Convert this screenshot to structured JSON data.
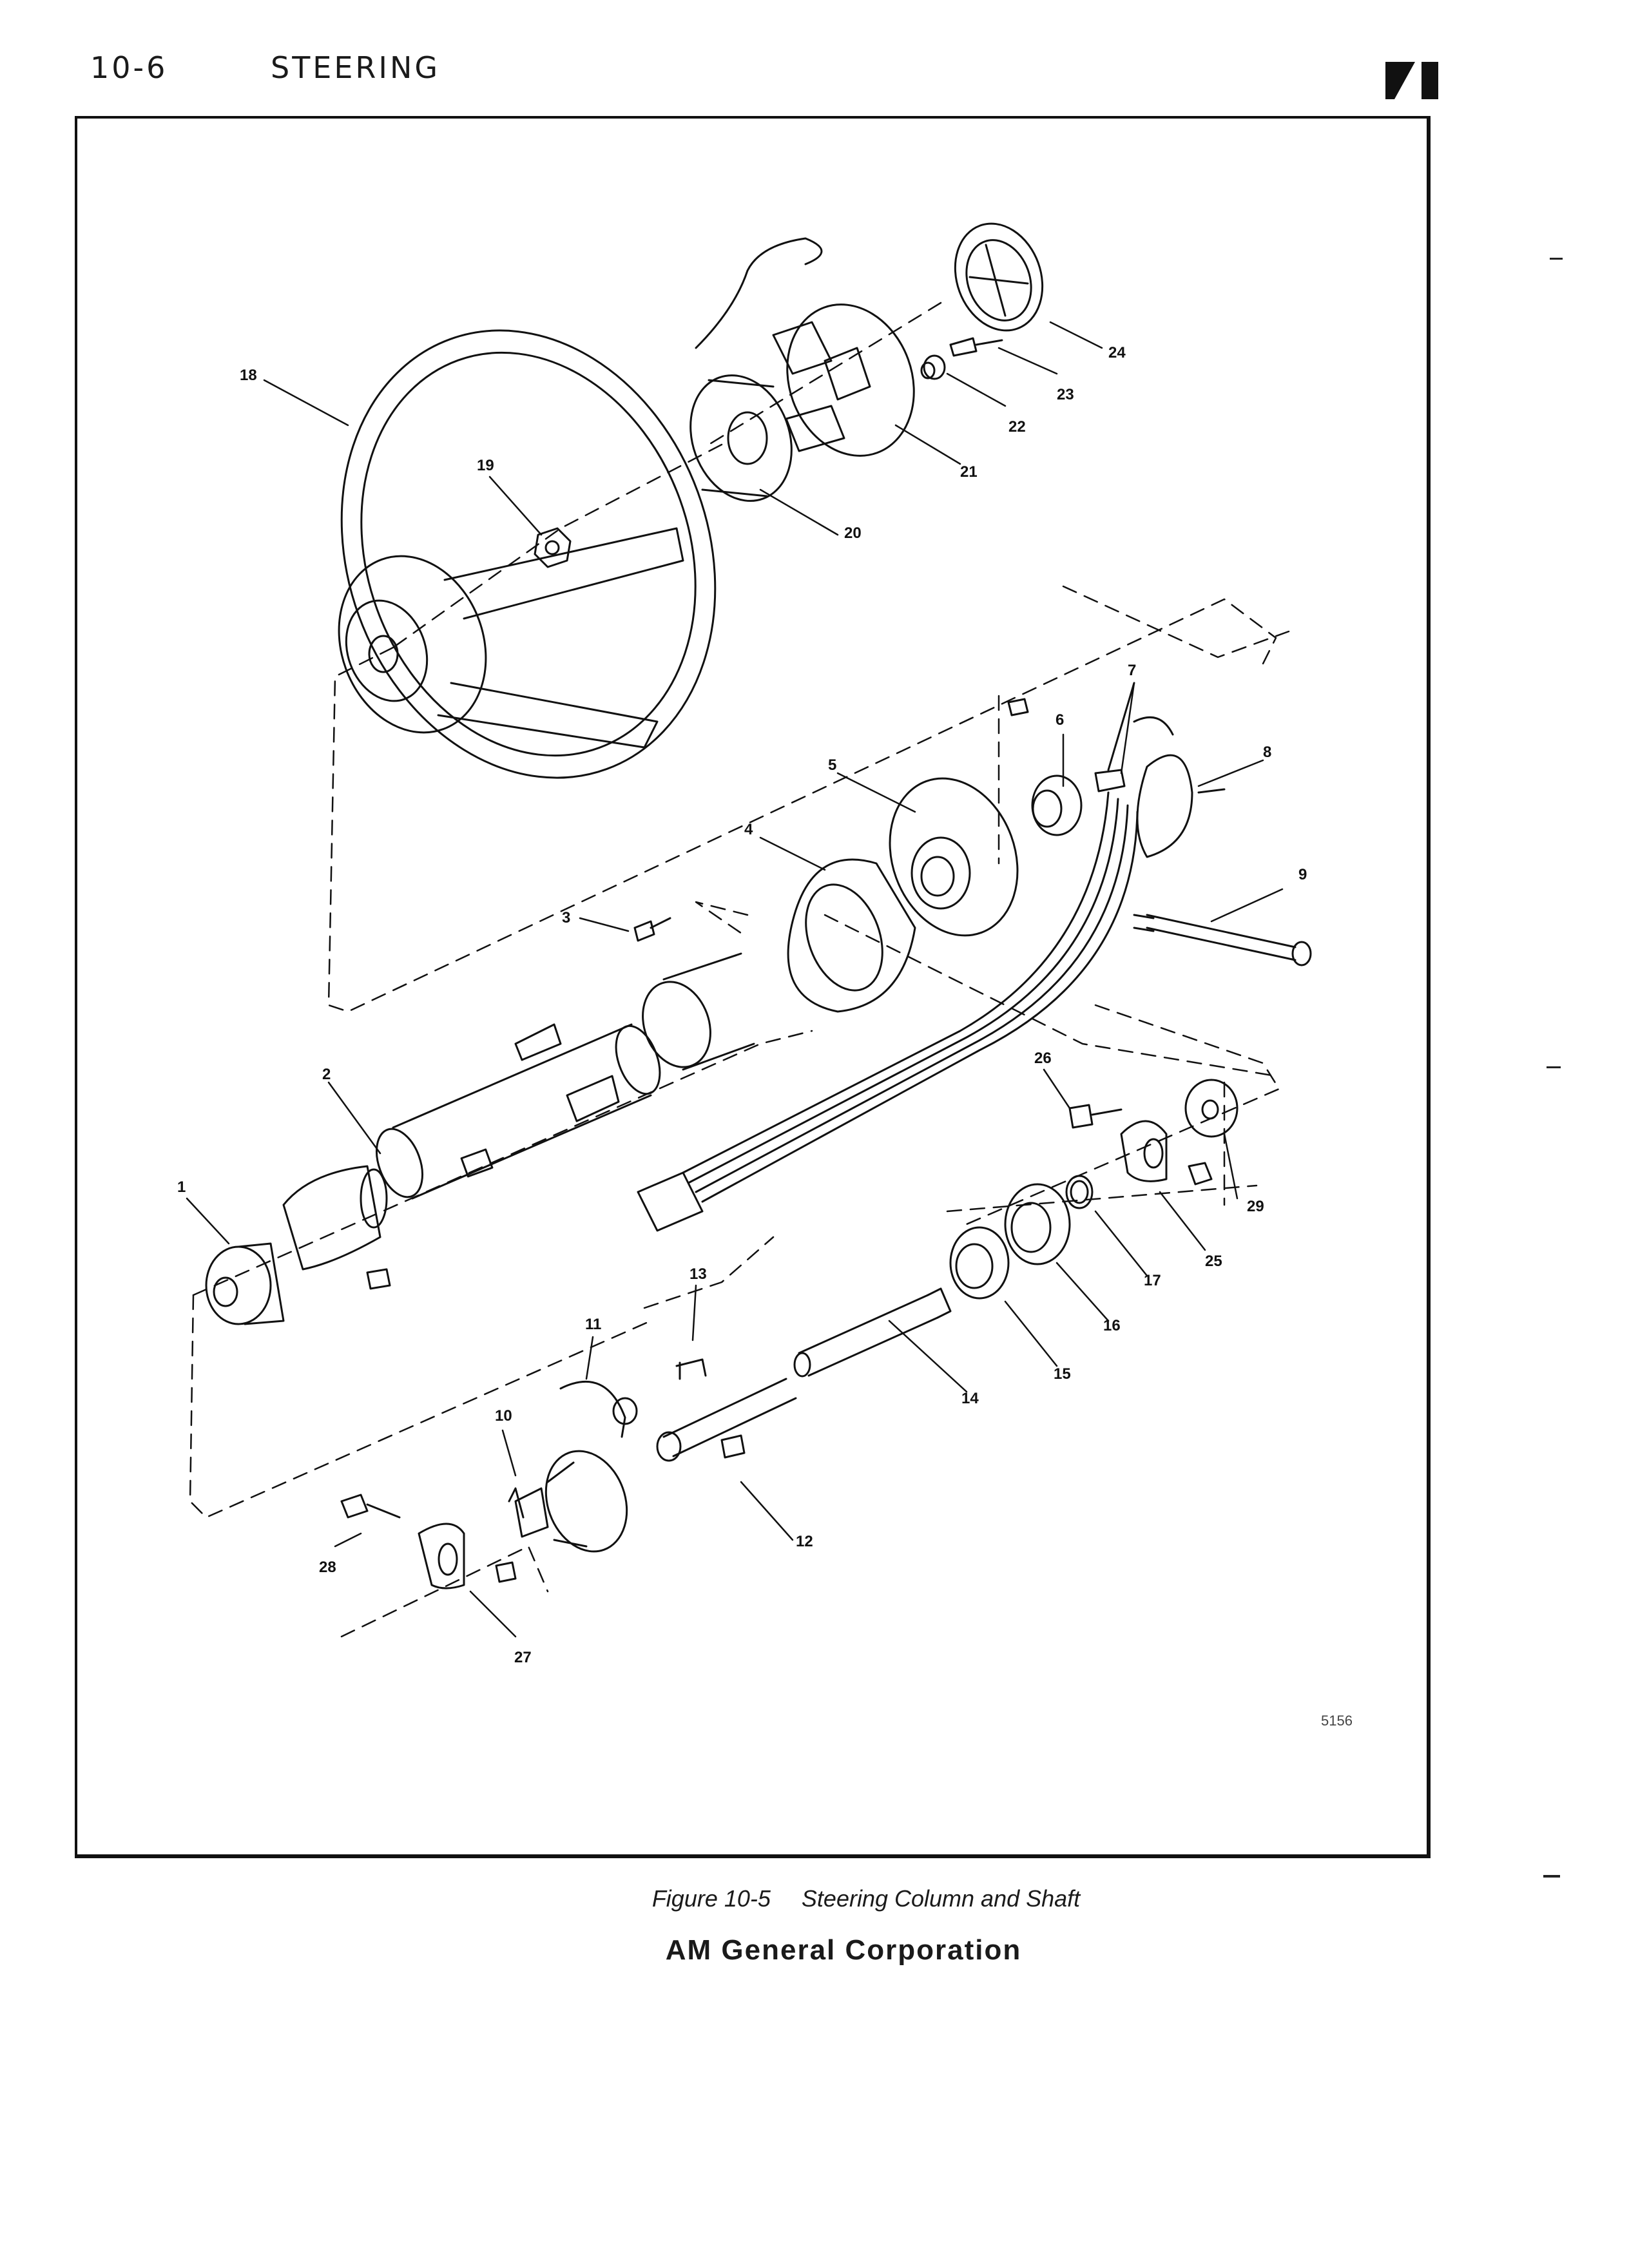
{
  "header": {
    "page_number": "10-6",
    "section": "STEERING"
  },
  "figure": {
    "caption_number": "Figure 10-5",
    "caption_title": "Steering Column and Shaft",
    "drawing_number": "5156",
    "callouts": [
      "1",
      "2",
      "3",
      "4",
      "5",
      "6",
      "7",
      "8",
      "9",
      "10",
      "11",
      "12",
      "13",
      "14",
      "15",
      "16",
      "17",
      "18",
      "19",
      "20",
      "21",
      "22",
      "23",
      "24",
      "25",
      "26",
      "27",
      "28",
      "29"
    ]
  },
  "footer": {
    "corporation": "AM General Corporation"
  }
}
